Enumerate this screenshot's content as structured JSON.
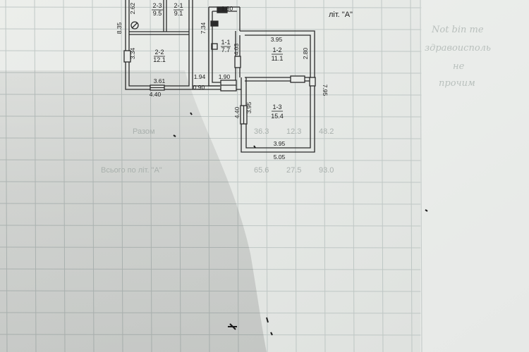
{
  "header": {
    "letter": "літ. \"А\""
  },
  "rooms": [
    {
      "number": "2-3",
      "area": "9.5"
    },
    {
      "number": "2-1",
      "area": "9.1"
    },
    {
      "number": "2-2",
      "area": "12.1"
    },
    {
      "number": "1-1",
      "area": "7.7"
    },
    {
      "number": "1-2",
      "area": "11.1"
    },
    {
      "number": "1-3",
      "area": "15.4"
    }
  ],
  "dimensions": {
    "d_1_80": "1.80",
    "d_2_62": "2.62",
    "d_8_35": "8.35",
    "d_7_34": "7.34",
    "d_3_34": "3.34",
    "d_4_03": "4.03",
    "d_3_95_top": "3.95",
    "d_2_80": "2.80",
    "d_3_61": "3.61",
    "d_1_94": "1.94",
    "d_1_90": "1.90",
    "d_4_40": "4.40",
    "d_0_90": "0.90",
    "d_7_95": "7.95",
    "d_4_40_v": "4.40",
    "d_3_95_v": "3.95",
    "d_3_95_bottom": "3.95",
    "d_5_05": "5.05"
  },
  "table_faint": {
    "row1_label": "Разом",
    "row1_v1": "36.3",
    "row1_v2": "12.3",
    "row1_v3": "48.2",
    "row2_label": "Всього по літ. \"А\"",
    "row2_v1": "65.6",
    "row2_v2": "27.5",
    "row2_v3": "93.0"
  },
  "note_faint": {
    "line1": "Not bin me",
    "line2": "здравоисполь",
    "line3": "не",
    "line4": "прочим"
  }
}
